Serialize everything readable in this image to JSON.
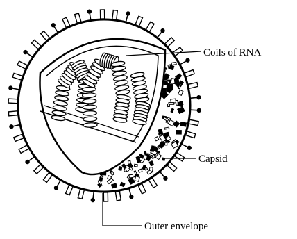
{
  "figure": {
    "labels": {
      "rna": "Coils of RNA",
      "capsid": "Capsid",
      "envelope": "Outer envelope"
    }
  },
  "colors": {
    "ink": "#000000",
    "paper": "#ffffff"
  }
}
